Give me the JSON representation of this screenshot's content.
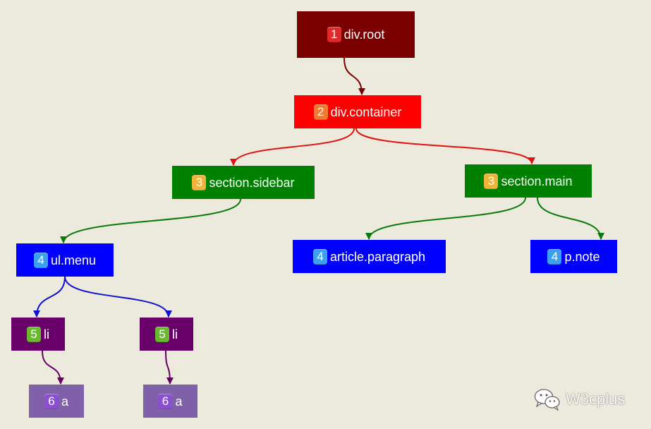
{
  "colors": {
    "background": "#ece9dd",
    "level1": "#7b0000",
    "level2": "#ff0000",
    "level3": "#008000",
    "level4": "#0000ff",
    "level5": "#690069",
    "level6": "#8060a8",
    "badge1": "#e02a2a",
    "badge2": "#f07a30",
    "badge3": "#f0b43a",
    "badge4": "#3aa0f0",
    "badge5": "#6ab82e",
    "badge6": "#8a50d0"
  },
  "nodes": {
    "root": {
      "level": "1",
      "label": "div.root"
    },
    "container": {
      "level": "2",
      "label": "div.container"
    },
    "sidebar": {
      "level": "3",
      "label": "section.sidebar"
    },
    "main": {
      "level": "3",
      "label": "section.main"
    },
    "menu": {
      "level": "4",
      "label": "ul.menu"
    },
    "paragraph": {
      "level": "4",
      "label": "article.paragraph"
    },
    "note": {
      "level": "4",
      "label": "p.note"
    },
    "li1": {
      "level": "5",
      "label": "li"
    },
    "li2": {
      "level": "5",
      "label": "li"
    },
    "a1": {
      "level": "6",
      "label": "a"
    },
    "a2": {
      "level": "6",
      "label": "a"
    }
  },
  "edges": [
    {
      "from": "root",
      "to": "container"
    },
    {
      "from": "container",
      "to": "sidebar"
    },
    {
      "from": "container",
      "to": "main"
    },
    {
      "from": "sidebar",
      "to": "menu"
    },
    {
      "from": "main",
      "to": "paragraph"
    },
    {
      "from": "main",
      "to": "note"
    },
    {
      "from": "menu",
      "to": "li1"
    },
    {
      "from": "menu",
      "to": "li2"
    },
    {
      "from": "li1",
      "to": "a1"
    },
    {
      "from": "li2",
      "to": "a2"
    }
  ],
  "watermark": {
    "text": "W3cplus",
    "icon": "wechat-icon"
  }
}
